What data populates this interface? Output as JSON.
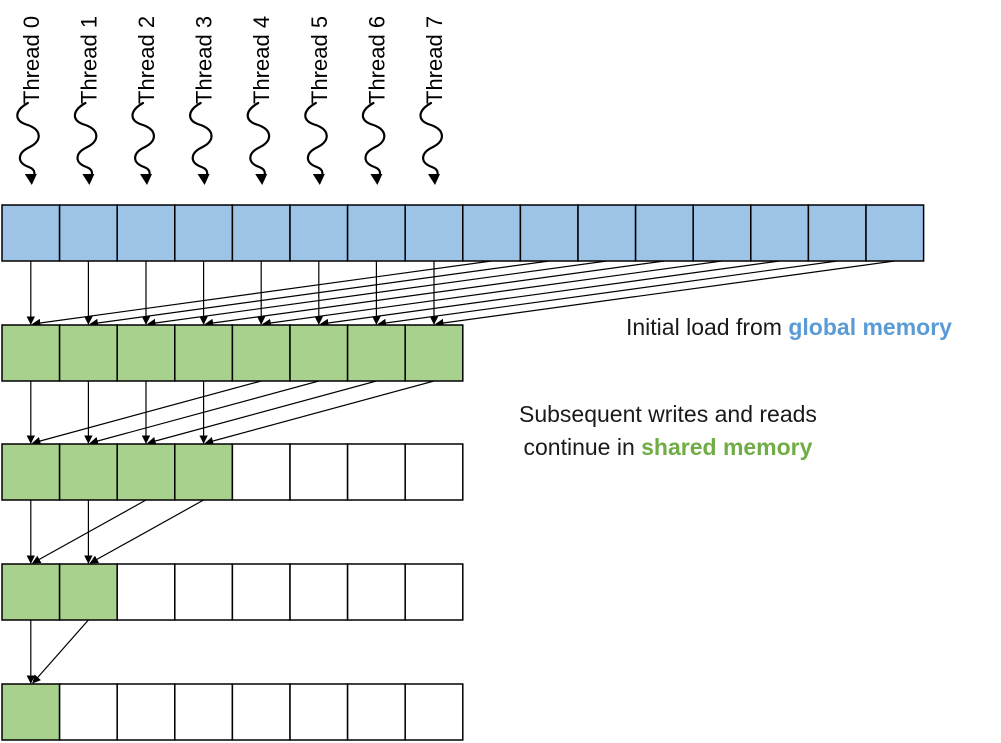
{
  "threads": [
    "Thread 0",
    "Thread 1",
    "Thread 2",
    "Thread 3",
    "Thread 4",
    "Thread 5",
    "Thread 6",
    "Thread 7"
  ],
  "rows": [
    {
      "cells": 16,
      "filled": 16,
      "kind": "global"
    },
    {
      "cells": 8,
      "filled": 8,
      "kind": "shared"
    },
    {
      "cells": 8,
      "filled": 4,
      "kind": "shared"
    },
    {
      "cells": 8,
      "filled": 2,
      "kind": "shared"
    },
    {
      "cells": 8,
      "filled": 1,
      "kind": "shared"
    }
  ],
  "captions": {
    "global_prefix": "Initial load from ",
    "global_highlight": "global memory",
    "shared_line1": "Subsequent writes and reads",
    "shared_line2_prefix": "continue in ",
    "shared_highlight": "shared memory"
  },
  "colors": {
    "global": "#9dc3e6",
    "shared": "#a9d18e",
    "empty": "#ffffff",
    "global_text": "#5b9bd5",
    "shared_text": "#70ad47"
  }
}
